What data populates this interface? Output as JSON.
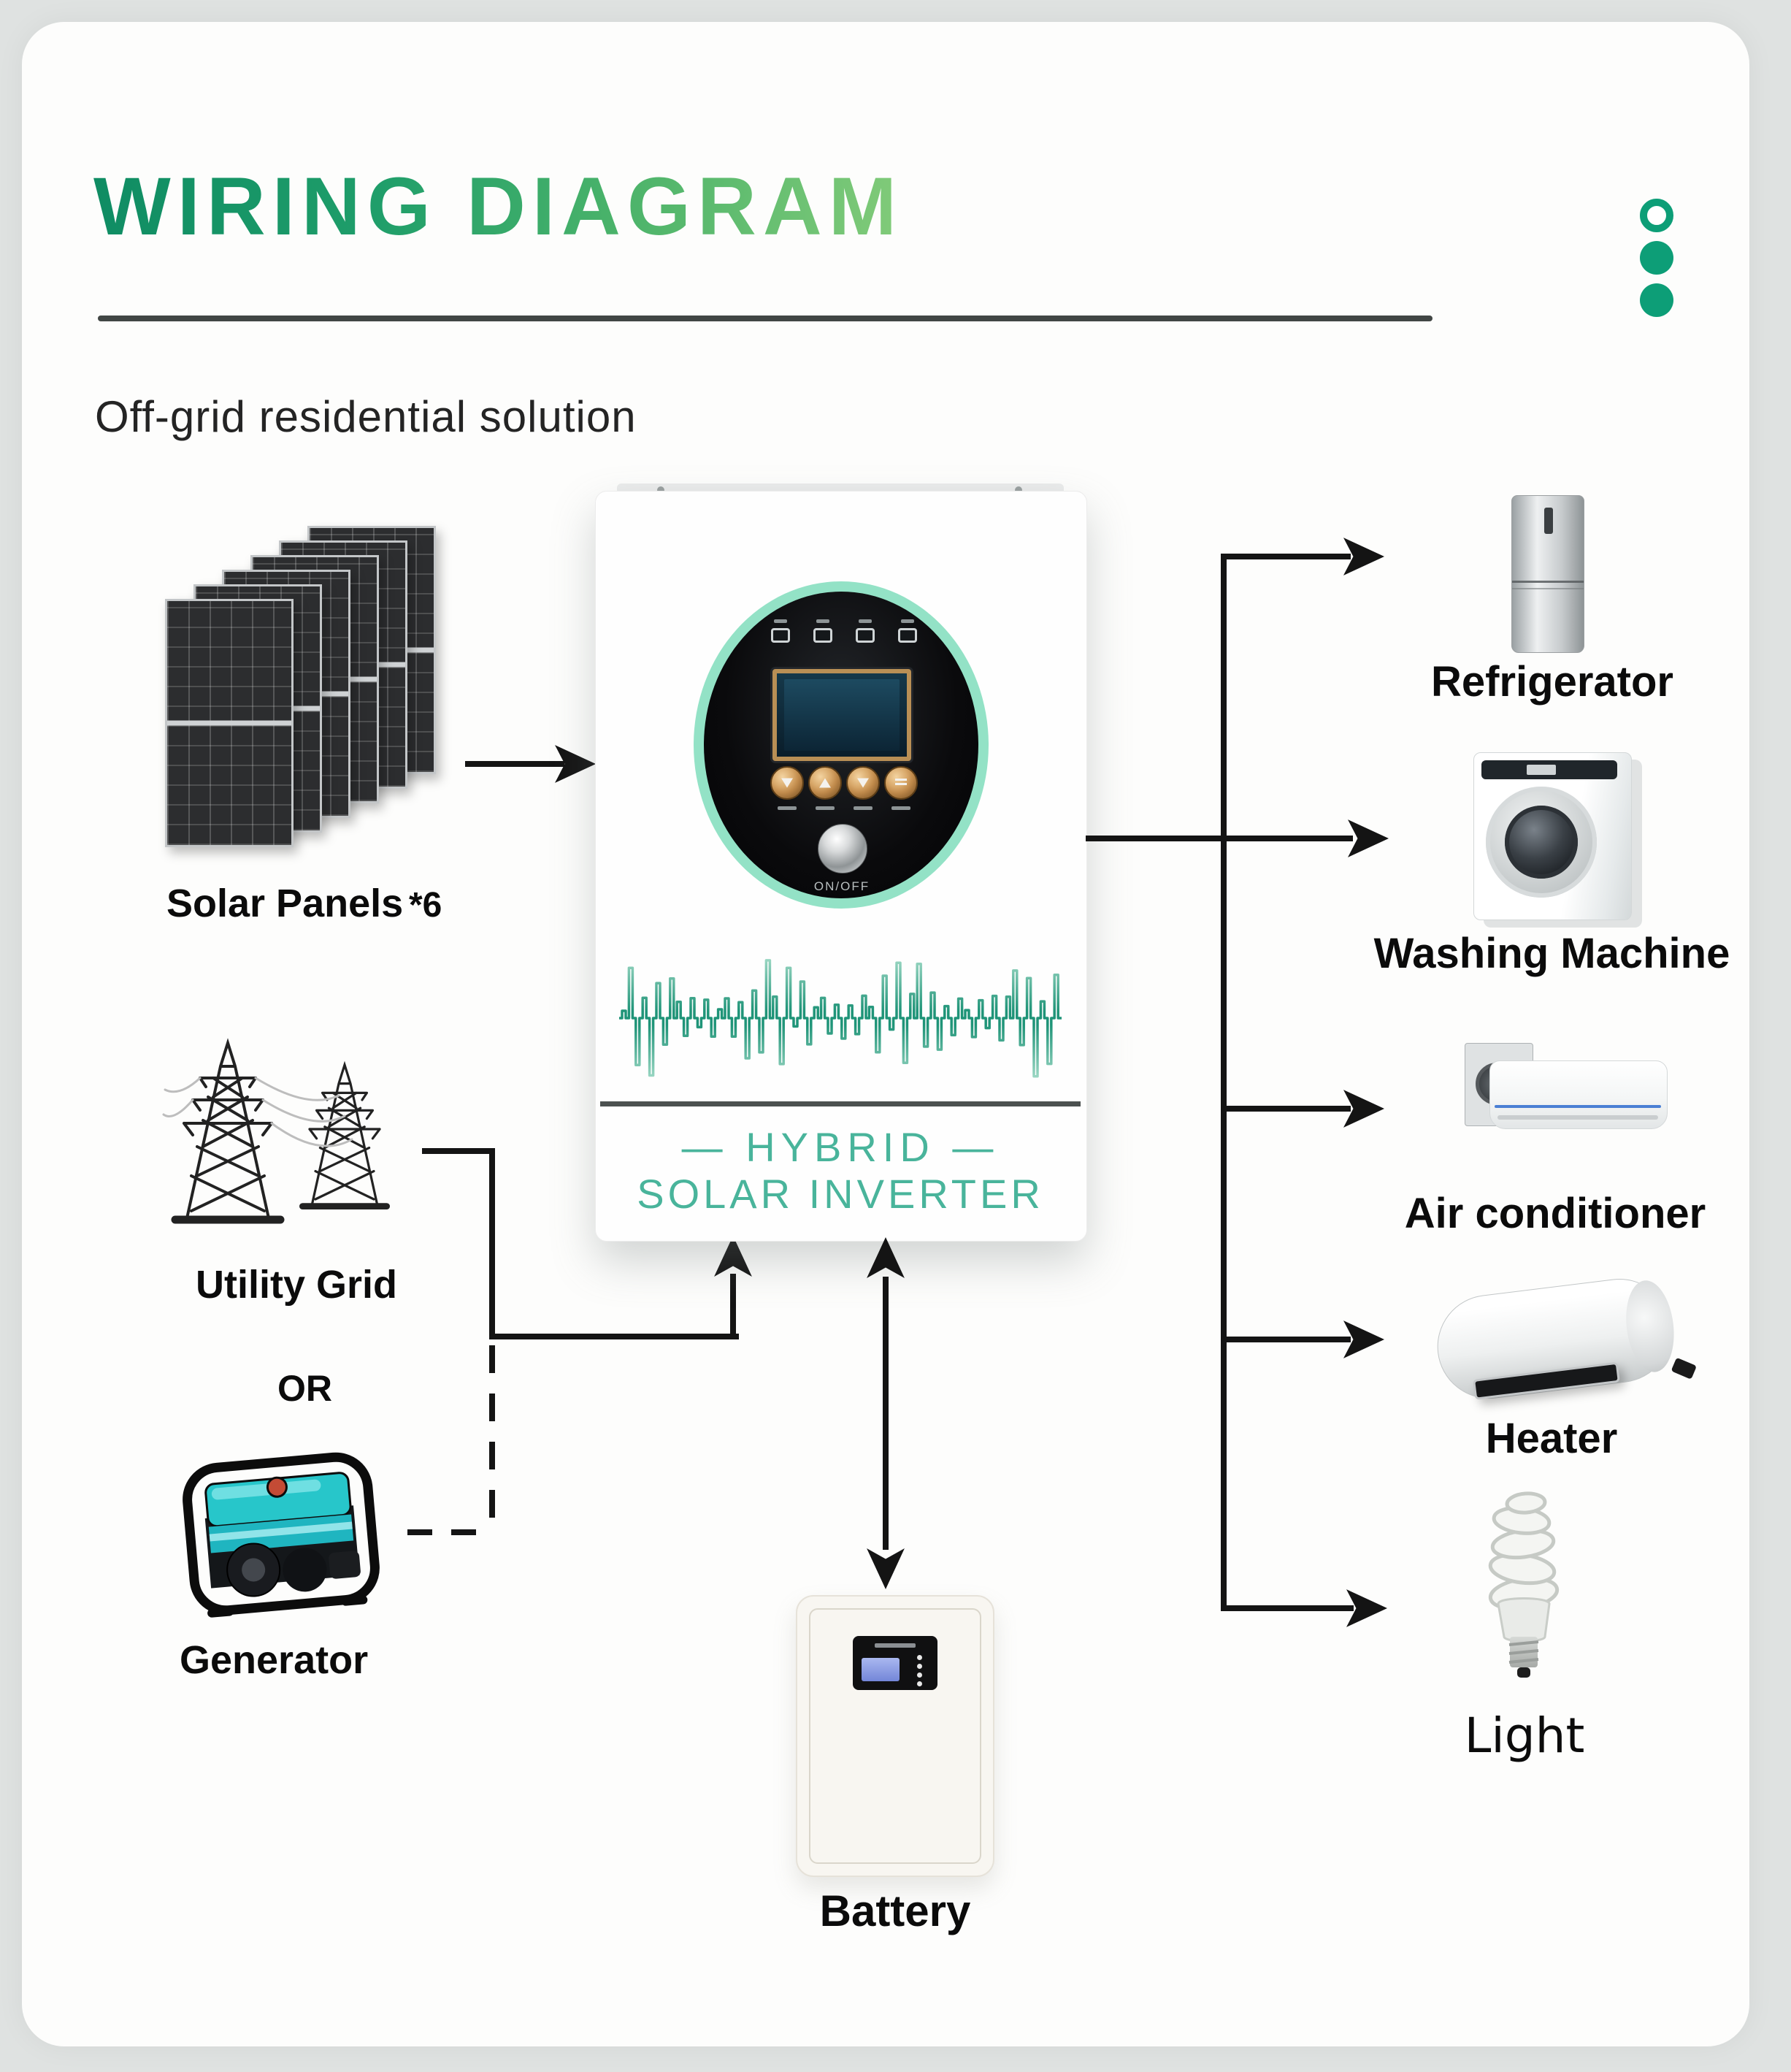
{
  "header": {
    "title": "WIRING DIAGRAM",
    "subtitle": "Off-grid residential solution"
  },
  "sources": {
    "solar": {
      "label": "Solar Panels",
      "count": "*6"
    },
    "utility": {
      "label": "Utility Grid"
    },
    "or": "OR",
    "generator": {
      "label": "Generator"
    }
  },
  "inverter": {
    "line1": "— HYBRID —",
    "line2": "SOLAR INVERTER",
    "power": "ON/OFF"
  },
  "battery": {
    "label": "Battery"
  },
  "loads": [
    {
      "label": "Refrigerator"
    },
    {
      "label": "Washing Machine"
    },
    {
      "label": "Air conditioner"
    },
    {
      "label": "Heater"
    },
    {
      "label": "Light"
    }
  ],
  "colors": {
    "title_green_dark": "#0f8c63",
    "title_green_light": "#82cb79",
    "accent_dot": "#0d9e77",
    "inverter_text": "#49b49b",
    "waveform": "#1f9478",
    "mint_ring": "#93e2c6",
    "generator_teal": "#27c6ca",
    "connector_black": "#141414"
  }
}
